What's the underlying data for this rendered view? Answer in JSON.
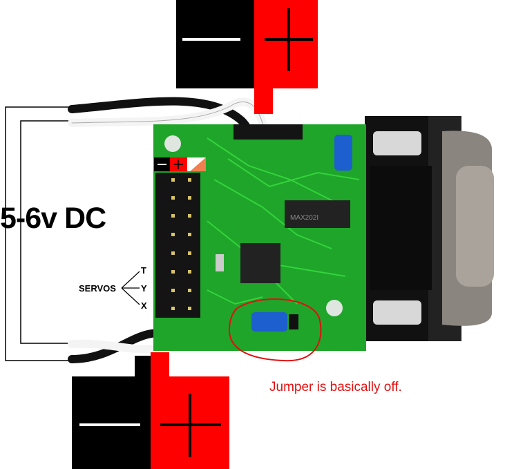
{
  "labels": {
    "voltage": "5-6v DC",
    "servos": "SERVOS",
    "servo_axes": [
      "T",
      "Y",
      "X"
    ],
    "note": "Jumper is basically off."
  },
  "chip_markings": [
    "MAX202I"
  ],
  "colors": {
    "negative": "#000000",
    "positive": "#ff0000",
    "signal": "#f08050",
    "pcb": "#1fa52a",
    "annotation": "#e01010"
  }
}
